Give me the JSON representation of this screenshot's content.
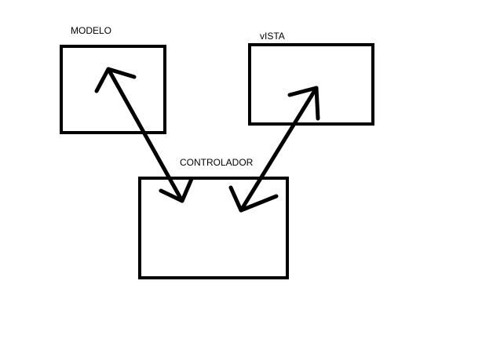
{
  "diagram": {
    "nodes": {
      "modelo": {
        "label": "MODELO"
      },
      "vista": {
        "label": "vISTA"
      },
      "controlador": {
        "label": "CONTROLADOR"
      }
    },
    "edges": [
      {
        "from": "modelo",
        "to": "controlador",
        "direction": "bidirectional"
      },
      {
        "from": "vista",
        "to": "controlador",
        "direction": "bidirectional"
      }
    ],
    "colors": {
      "stroke": "#000000",
      "background": "#ffffff"
    }
  }
}
